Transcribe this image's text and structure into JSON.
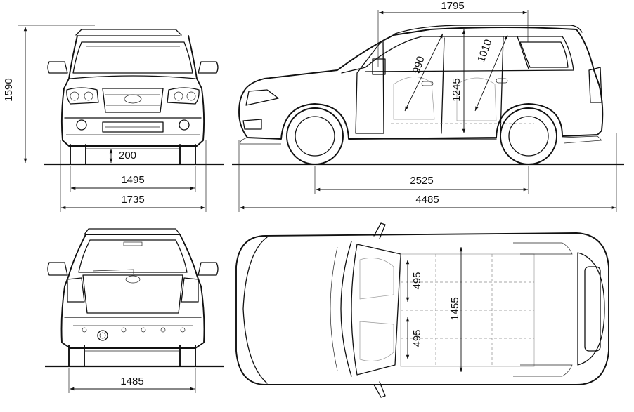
{
  "dimensions": {
    "roof_length": "1795",
    "height": "1590",
    "front_headroom": "990",
    "rear_headroom": "1010",
    "interior_height": "1245",
    "ground_clearance": "200",
    "front_track": "1495",
    "overall_width": "1735",
    "wheelbase": "2525",
    "overall_length": "4485",
    "seat_width_front": "495",
    "seat_width_rear": "495",
    "interior_width": "1455",
    "rear_track": "1485"
  }
}
